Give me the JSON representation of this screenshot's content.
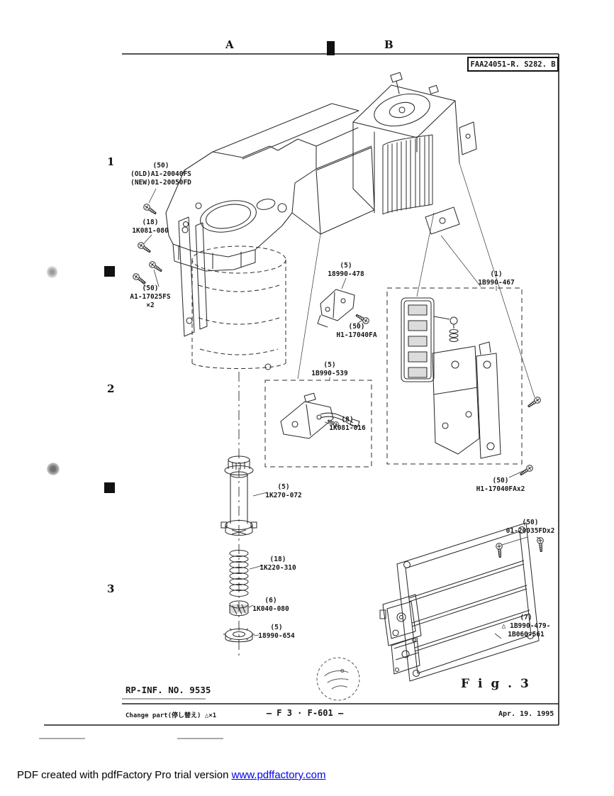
{
  "header": {
    "col_a": "A",
    "col_b": "B",
    "doc_ref": "FAA24051-R. S282. B"
  },
  "grid_rows": [
    "1",
    "2",
    "3"
  ],
  "part_labels": [
    {
      "lines": [
        "(50)",
        "(OLD)A1-20040FS",
        "(NEW)01-20050FD"
      ]
    },
    {
      "lines": [
        "(18)",
        "1K081-080"
      ]
    },
    {
      "lines": [
        "(50)",
        "A1-17025FS",
        "×2"
      ]
    },
    {
      "lines": [
        "(5)",
        "18990-478"
      ]
    },
    {
      "lines": [
        "(50)",
        "H1-17040FA"
      ]
    },
    {
      "lines": [
        "(5)",
        "1B990-539"
      ]
    },
    {
      "lines": [
        "(8)",
        "1K081-016"
      ]
    },
    {
      "lines": [
        "(1)",
        "1B990-467"
      ]
    },
    {
      "lines": [
        "(50)",
        "H1-17040FAx2"
      ]
    },
    {
      "lines": [
        "(50)",
        "01-20035FDx2"
      ]
    },
    {
      "lines": [
        "(5)",
        "1K270-072"
      ]
    },
    {
      "lines": [
        "(18)",
        "1K220-310"
      ]
    },
    {
      "lines": [
        "(6)",
        "1K040-080"
      ]
    },
    {
      "lines": [
        "(5)",
        "18990-654"
      ]
    },
    {
      "lines": [
        "(7)",
        "△ 1B990-479-",
        "1B060-561"
      ]
    }
  ],
  "title_block": {
    "rp_inf": "RP-INF. NO. 9535",
    "fig": "F i g .  3",
    "change_note": "Change part(停し替え) △×1",
    "sheet_ref": "– F 3 · F-601 –",
    "date": "Apr. 19. 1995"
  },
  "pdf_footer": {
    "prefix": "PDF created with pdfFactory Pro trial version ",
    "link_text": "www.pdffactory.com"
  }
}
